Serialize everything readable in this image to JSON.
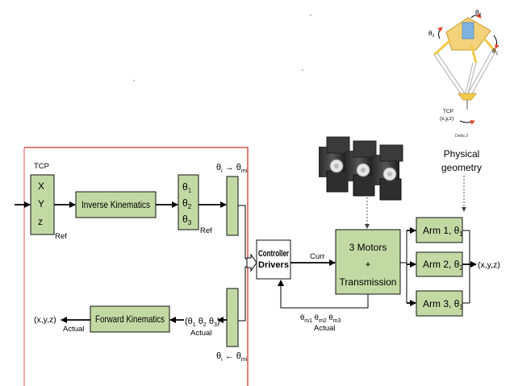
{
  "inputs": {
    "tcp_label": "TCP",
    "x": "X",
    "y": "Y",
    "z": "z",
    "ref1": "Ref"
  },
  "blocks": {
    "inverse_kinematics": "Inverse Kinematics",
    "theta1": "θ",
    "theta1_sub": "1",
    "theta2": "θ",
    "theta2_sub": "2",
    "theta3": "θ",
    "theta3_sub": "3",
    "ref2": "Ref",
    "top_switch_label": "θ",
    "top_switch_i": "i",
    "top_switch_arrow": " → θ",
    "top_switch_mi": "mi",
    "bottom_switch_label": "θ",
    "bottom_switch_i": "i",
    "bottom_switch_arrow": " ← θ",
    "bottom_switch_mi": "mi",
    "controller_line1": "Controller",
    "controller_line2": "Drivers",
    "curr": "Curr",
    "motors_line1": "3 Motors",
    "motors_line2": "+",
    "motors_line3": "Transmission",
    "arm1": "Arm 1, θ",
    "arm1_sub": "1",
    "arm2": "Arm 2, θ",
    "arm2_sub": "2",
    "arm3": "Arm 3, θ",
    "arm3_sub": "3",
    "output": "(x,y,z)",
    "physical_line1": "Physical",
    "physical_line2": "geometry",
    "feedback_thetas": "θ",
    "feedback_m1": "m1",
    "feedback_t2": " θ",
    "feedback_m2": "m2",
    "feedback_t3": " θ",
    "feedback_m3": "m3",
    "feedback_actual": "Actual",
    "fk_thetas": "(θ",
    "fk_t1": "1",
    "fk_mid1": " θ",
    "fk_t2": "2",
    "fk_mid2": " θ",
    "fk_t3": "3",
    "fk_close": ")",
    "fk_actual": "Actual",
    "forward_kinematics": "Forward Kinematics",
    "xyz_actual": "(x,y,z)",
    "actual": "Actual"
  },
  "robot_image": {
    "theta1": "θ",
    "theta1_sub": "1",
    "theta2": "θ",
    "theta2_sub": "2",
    "theta3": "θ",
    "theta3_sub": "3",
    "tcp": "TCP",
    "tcp_coords": "(x,y,z)",
    "caption": "Delta 3"
  },
  "colors": {
    "block_fill": "#c3d9a4",
    "border_red": "#d9534f",
    "robot_yellow": "#f2c94c",
    "arrow_red": "#e3442b"
  }
}
